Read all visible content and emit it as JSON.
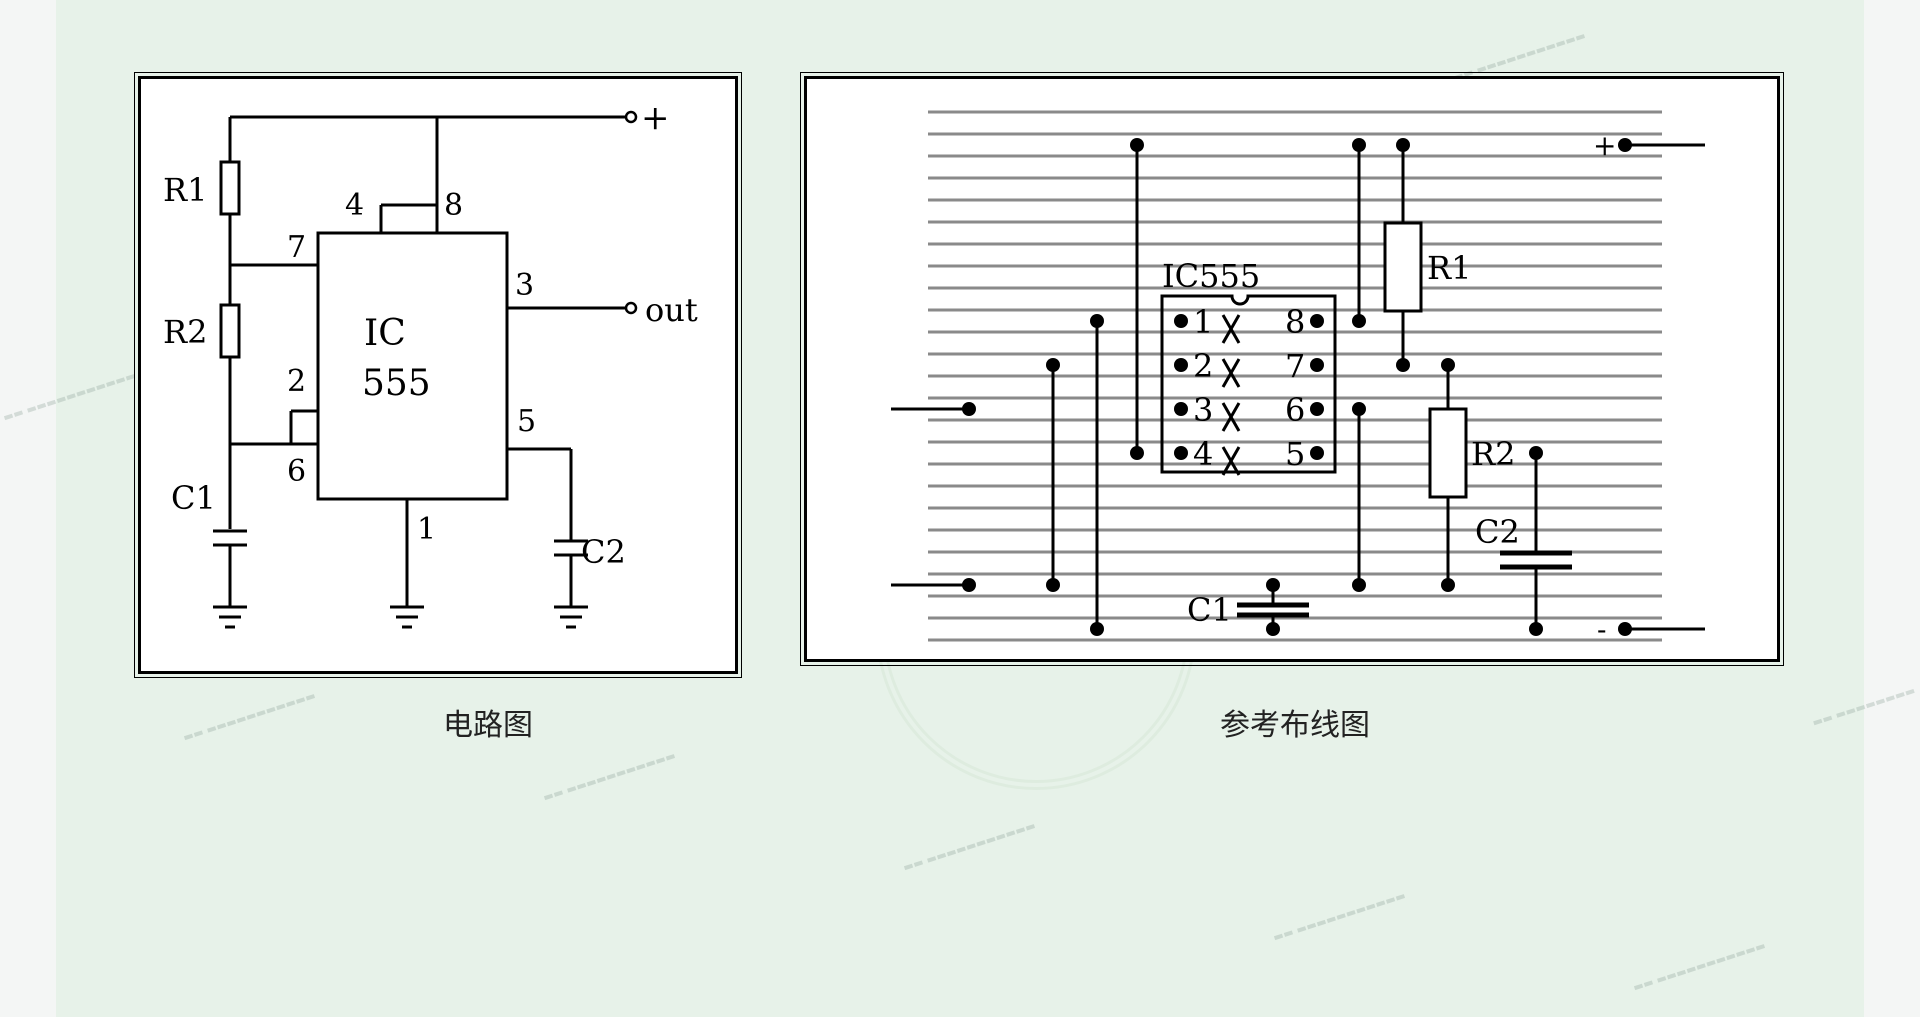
{
  "schematic": {
    "caption": "电路图",
    "labels": {
      "plus": "+",
      "out": "out",
      "r1": "R1",
      "r2": "R2",
      "c1": "C1",
      "c2": "C2",
      "ic_line1": "IC",
      "ic_line2": "555",
      "pin1": "1",
      "pin2": "2",
      "pin3": "3",
      "pin4": "4",
      "pin5": "5",
      "pin6": "6",
      "pin7": "7",
      "pin8": "8"
    }
  },
  "layout": {
    "caption": "参考布线图",
    "labels": {
      "ic": "IC555",
      "r1": "R1",
      "r2": "R2",
      "c1": "C1",
      "c2": "C2",
      "plus": "+",
      "minus": "-",
      "pin1": "1",
      "pin2": "2",
      "pin3": "3",
      "pin4": "4",
      "pin5": "5",
      "pin6": "6",
      "pin7": "7",
      "pin8": "8"
    }
  },
  "colors": {
    "stripe": "#8a8a8a",
    "ink": "#000000",
    "page": "#e7f2e9"
  }
}
